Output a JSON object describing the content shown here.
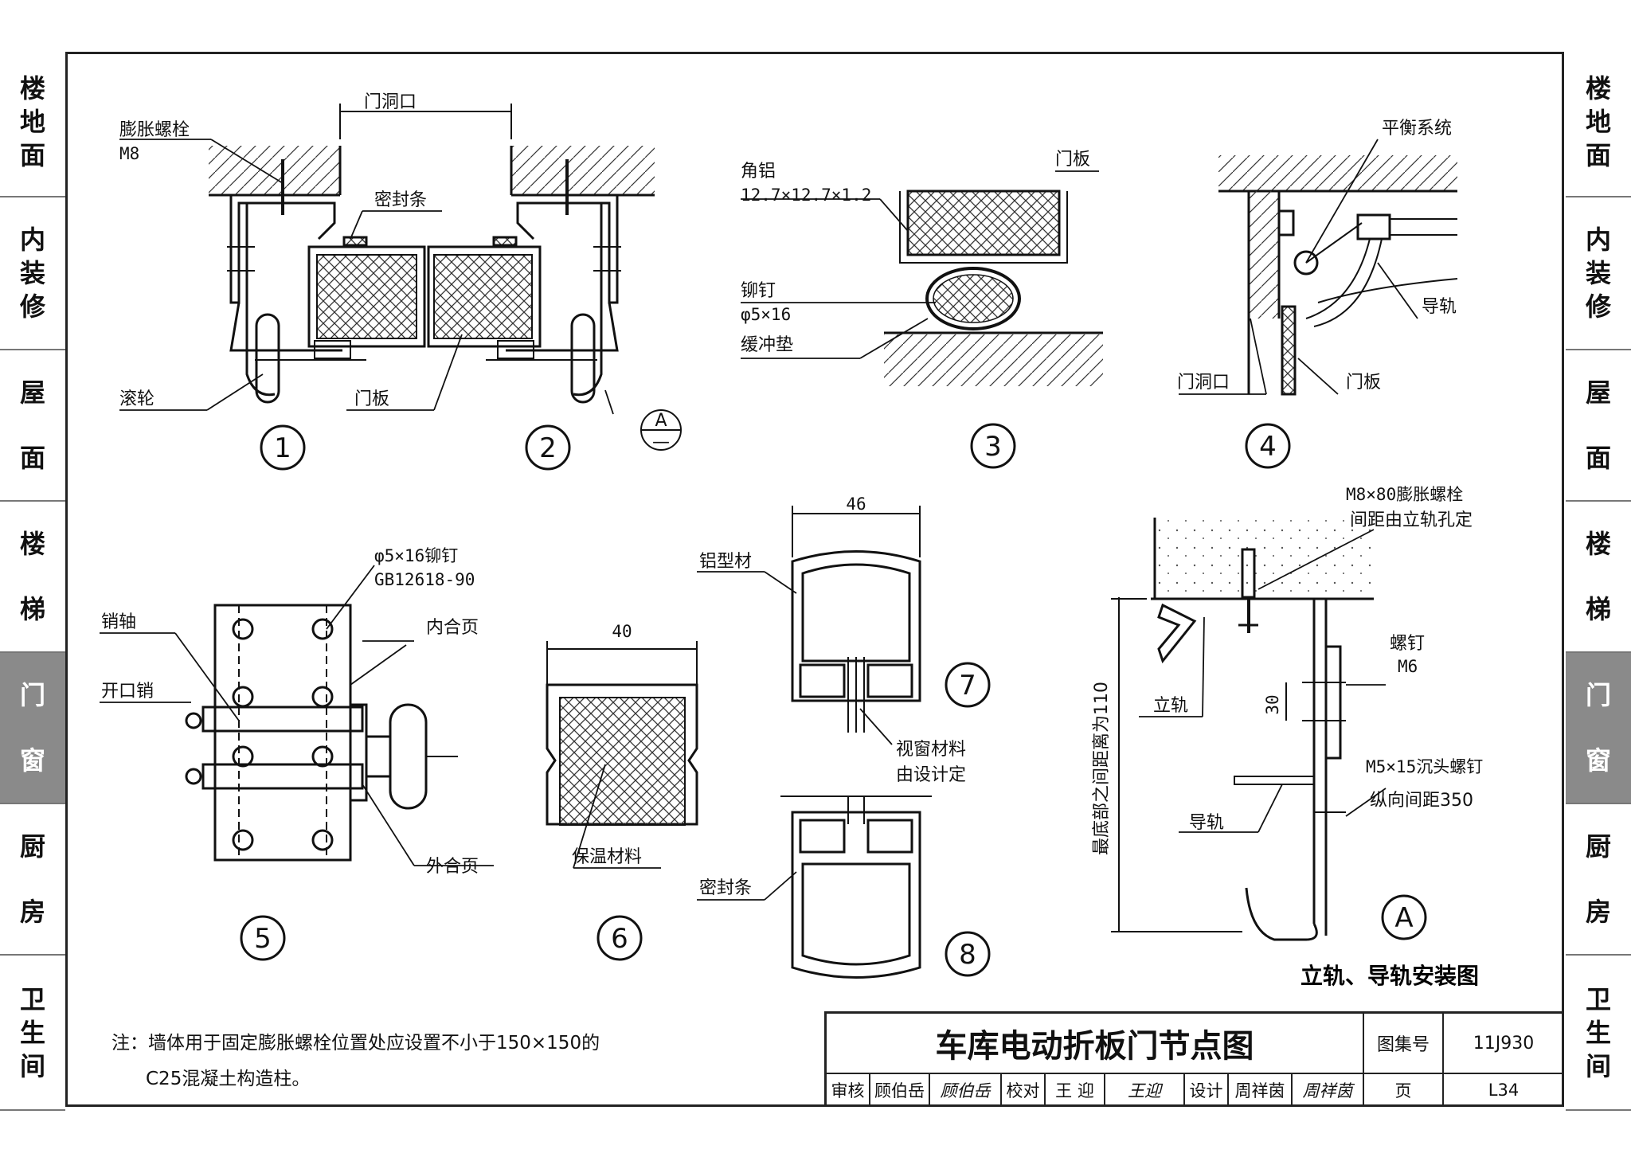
{
  "side_tabs": {
    "items": [
      {
        "label": "楼地面",
        "active": false
      },
      {
        "label": "内装修",
        "active": false
      },
      {
        "label": "屋面",
        "active": false
      },
      {
        "label": "楼梯",
        "active": false
      },
      {
        "label": "门窗",
        "active": true
      },
      {
        "label": "厨房",
        "active": false
      },
      {
        "label": "卫生间",
        "active": false
      }
    ]
  },
  "detail1": {
    "opening": "门洞口",
    "bolt": "膨胀螺栓",
    "bolt_size": "M8",
    "seal": "密封条",
    "roller": "滚轮",
    "panel": "门板",
    "number": "1"
  },
  "detail2": {
    "number": "2",
    "ref_letter": "A",
    "ref_sheet": "—"
  },
  "detail3": {
    "angle_al": "角铝",
    "angle_al_size": "12.7×12.7×1.2",
    "panel": "门板",
    "rivet": "铆钉",
    "rivet_size": "φ5×16",
    "cushion": "缓冲垫",
    "number": "3"
  },
  "detail4": {
    "balance": "平衡系统",
    "rail": "导轨",
    "opening": "门洞口",
    "panel": "门板",
    "number": "4"
  },
  "detail5": {
    "rivet": "φ5×16铆钉",
    "rivet_std": "GB12618-90",
    "pin": "销轴",
    "inner_hinge": "内合页",
    "cotter": "开口销",
    "outer_hinge": "外合页",
    "number": "5"
  },
  "detail6": {
    "dim": "40",
    "insulation": "保温材料",
    "number": "6"
  },
  "detail7": {
    "dim": "46",
    "profile": "铝型材",
    "window": "视窗材料",
    "window2": "由设计定",
    "number": "7"
  },
  "detail8": {
    "seal": "密封条",
    "number": "8"
  },
  "detailA": {
    "bolt": "M8×80膨胀螺栓",
    "bolt_note": "间距由立轨孔定",
    "screw": "螺钉",
    "screw_size": "M6",
    "dim30": "30",
    "vertical_rail": "立轨",
    "cs_screw": "M5×15沉头螺钉",
    "cs_note": "纵向间距350",
    "guide_rail": "导轨",
    "vertical_dim": "最底部之间距离为110",
    "letter": "A",
    "caption": "立轨、导轨安装图"
  },
  "note": {
    "line1": "注：墙体用于固定膨胀螺栓位置处应设置不小于150×150的",
    "line2": "C25混凝土构造柱。"
  },
  "title_block": {
    "title": "车库电动折板门节点图",
    "atlas_label": "图集号",
    "atlas_value": "11J930",
    "review_label": "审核",
    "reviewer": "顾伯岳",
    "reviewer_sig": "顾伯岳",
    "check_label": "校对",
    "checker": "王 迎",
    "checker_sig": "王迎",
    "design_label": "设计",
    "designer": "周祥茵",
    "designer_sig": "周祥茵",
    "page_label": "页",
    "page_value": "L34"
  }
}
